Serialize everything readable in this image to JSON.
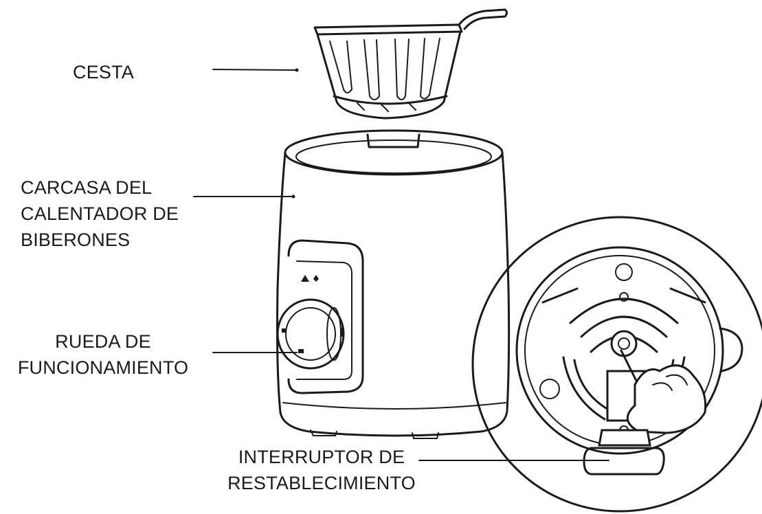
{
  "labels": {
    "basket": {
      "lines": [
        "CESTA"
      ]
    },
    "housing": {
      "lines": [
        "CARCASA DEL",
        "CALENTADOR DE",
        "BIBERONES"
      ]
    },
    "wheel": {
      "lines": [
        "RUEDA DE",
        "FUNCIONAMIENTO"
      ]
    },
    "reset": {
      "lines": [
        "INTERRUPTOR DE",
        "RESTABLECIMIENTO"
      ]
    }
  }
}
